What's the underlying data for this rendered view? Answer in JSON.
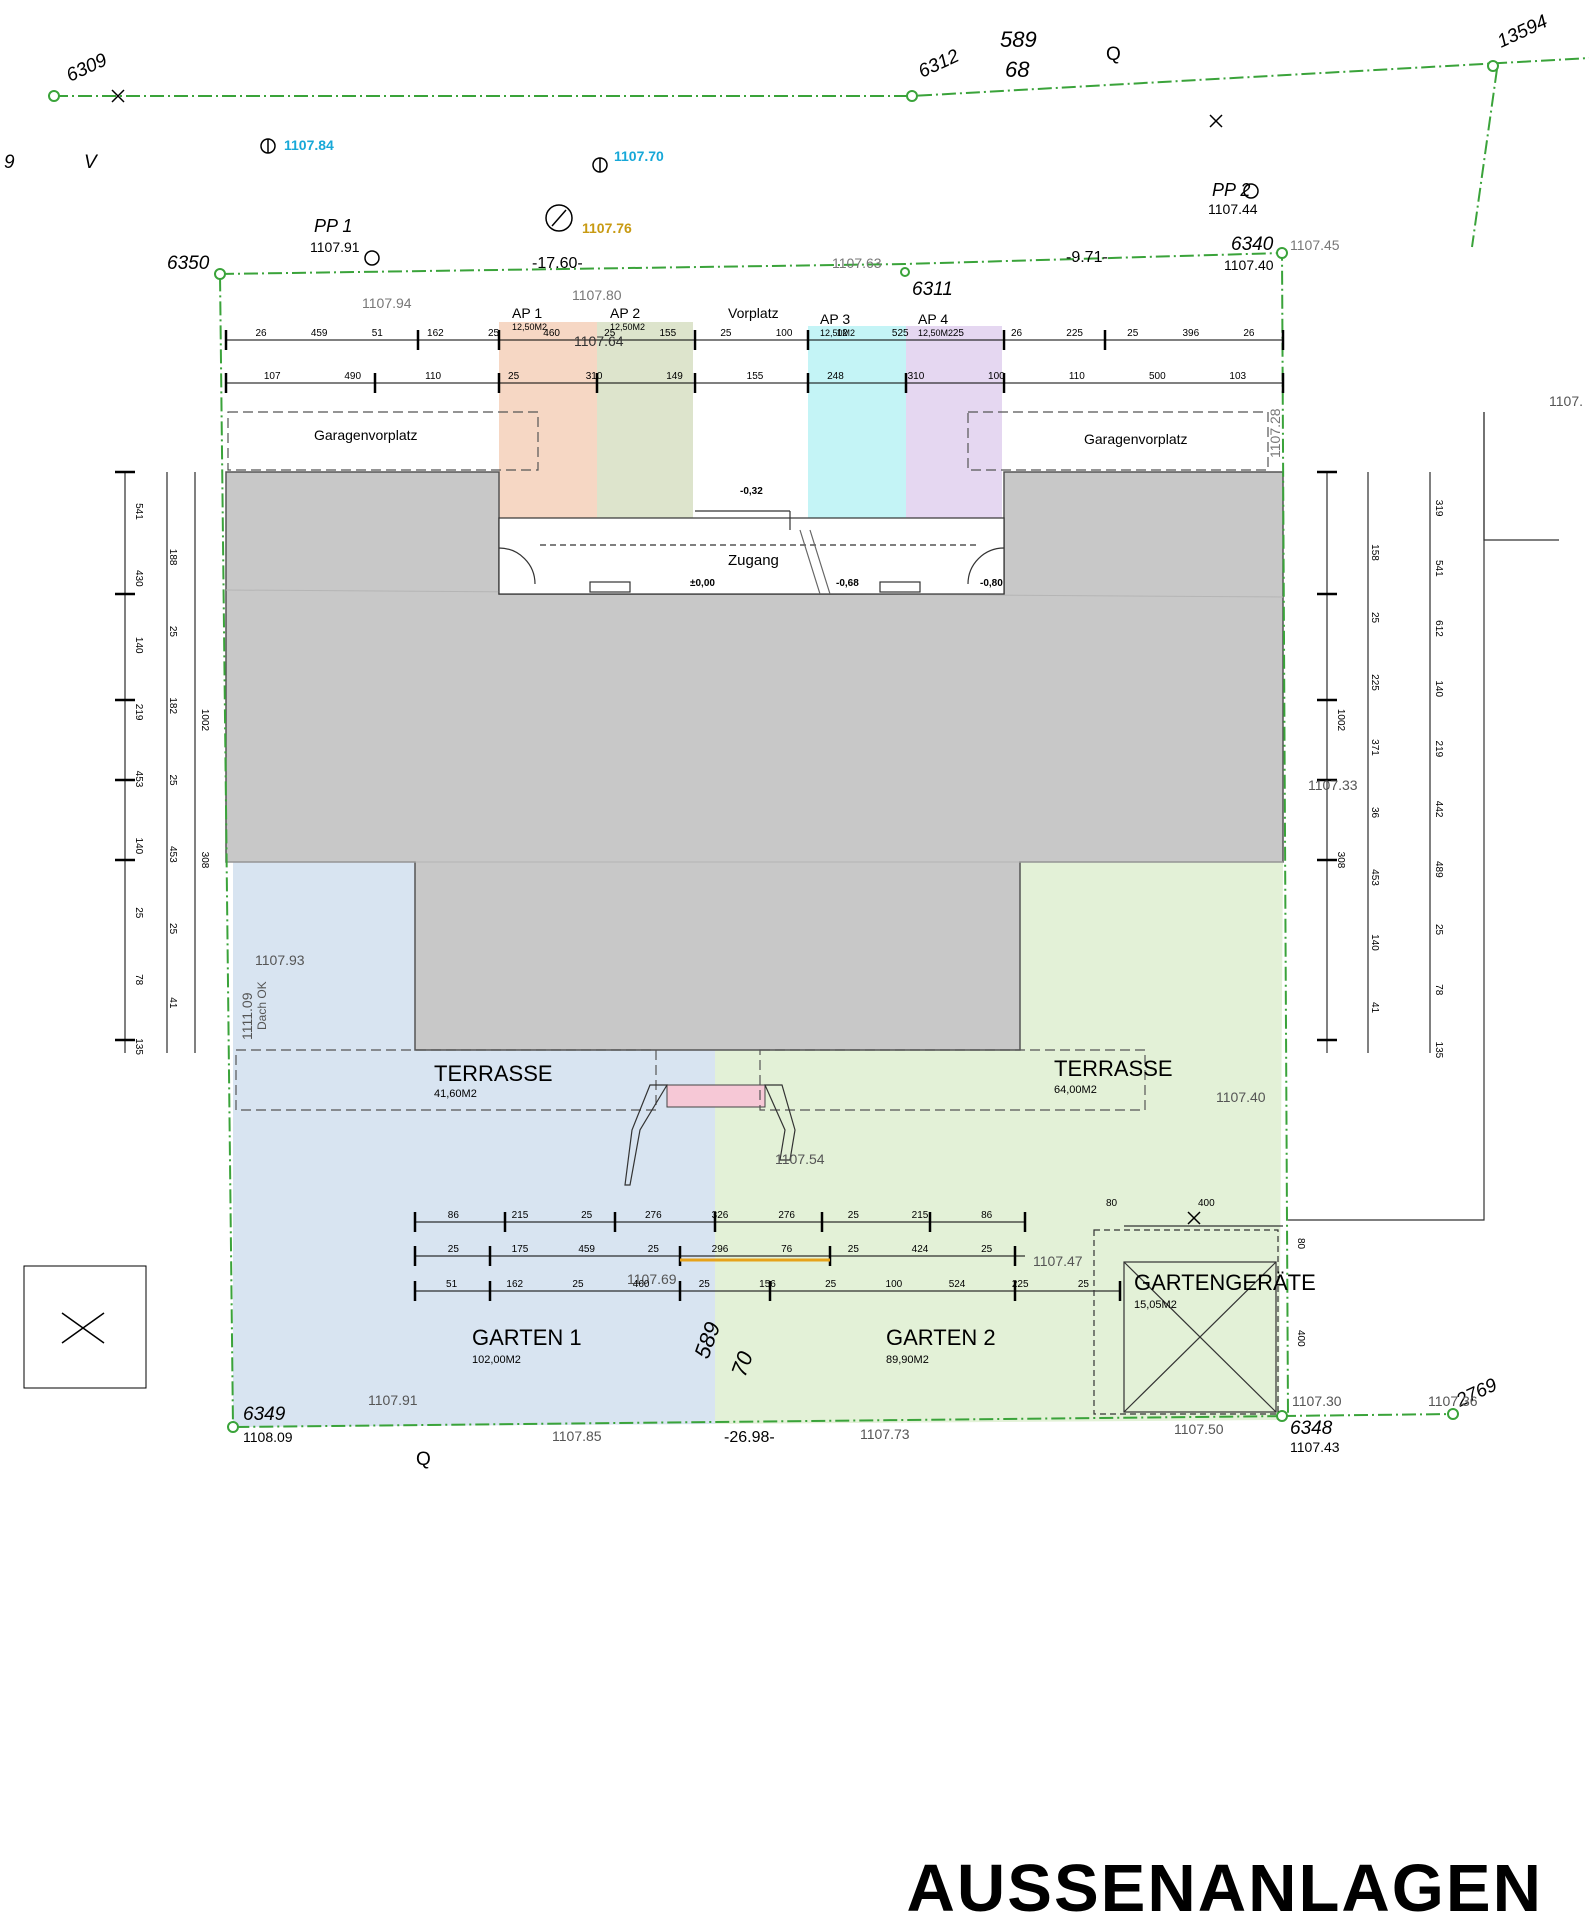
{
  "title": "AUSSENANLAGEN",
  "colors": {
    "boundary": "#3aa33a",
    "building": "#c8c8c8",
    "ap1": "#f6d7c4",
    "ap2": "#dde4cc",
    "ap3": "#c4f4f6",
    "ap4": "#e5d7f1",
    "garden1": "#d8e4f1",
    "garden2": "#e3f1d7",
    "stairs": "#f6c8d6",
    "spot_cyan": "#17a8d8",
    "spot_gold": "#c89a12",
    "measure_orange": "#e6a21a"
  },
  "parcels": {
    "p6309": "6309",
    "p6312": "6312",
    "p6350": "6350",
    "p6340": "6340",
    "p6311": "6311",
    "p6349": "6349",
    "p6348": "6348",
    "p13594": "13594",
    "p2769": "2769",
    "p589_68_top": "589",
    "p589_68_bottom": "68",
    "p589_70_top": "589",
    "p589_70_bottom": "70",
    "left_9": "9",
    "left_v": "V",
    "q_top": "Q",
    "q_bottom": "Q"
  },
  "rooms": {
    "ap1": "AP 1",
    "ap1_area": "12,50M2",
    "ap2": "AP 2",
    "ap2_area": "12,50M2",
    "ap3": "AP 3",
    "ap3_area": "12,50M2",
    "ap4": "AP 4",
    "ap4_area": "12,50M2",
    "vorplatz": "Vorplatz",
    "zugang": "Zugang",
    "garagenvorplatz_left": "Garagenvorplatz",
    "garagenvorplatz_right": "Garagenvorplatz",
    "terrasse_left": "TERRASSE",
    "terrasse_left_area": "41,60M2",
    "terrasse_right": "TERRASSE",
    "terrasse_right_area": "64,00M2",
    "garten1": "GARTEN 1",
    "garten1_area": "102,00M2",
    "garten2": "GARTEN 2",
    "garten2_area": "89,90M2",
    "gartengeraete": "GARTENGERÄTE",
    "gartengeraete_area": "15,05M2",
    "dach_ok_value": "1111.09",
    "dach_ok_label": "Dach OK"
  },
  "points": {
    "pp1": "PP 1",
    "pp1_elev": "1107.91",
    "pp2": "PP 2",
    "pp2_elev": "1107.44",
    "e6340": "1107.40",
    "e6349": "1108.09",
    "e6348": "1107.43"
  },
  "elevations": {
    "cyan1": "1107.84",
    "cyan2": "1107.70",
    "gold": "1107.76",
    "g1": "1107.94",
    "g2": "1107.80",
    "g3": "1107.63",
    "g4": "1107.45",
    "g5": "1107.64",
    "g6": "1107.28",
    "g7": "1107.33",
    "g8": "1107.93",
    "g9": "1107.40",
    "g10": "1107.54",
    "g11": "1107.47",
    "g12": "1107.69",
    "g13": "1107.91",
    "g14": "1107.85",
    "g15": "1107.73",
    "g16": "1107.50",
    "g17": "1107.30",
    "g18": "1107.36",
    "g19": "1107."
  },
  "levels": {
    "l1": "-0,32",
    "l2": "±0,00",
    "l3": "-0,68",
    "l4": "-0,80"
  },
  "distances": {
    "top_left": "-17.60-",
    "top_right": "-9.71-",
    "bottom": "-26.98-"
  },
  "dims": {
    "top_row1": [
      "26",
      "459",
      "51",
      "162",
      "25",
      "460",
      "25",
      "155",
      "25",
      "100",
      "12",
      "525",
      "25",
      "26",
      "225",
      "25",
      "396",
      "26"
    ],
    "top_row2": [
      "107",
      "490",
      "110",
      "25",
      "310",
      "149",
      "155",
      "248",
      "310",
      "100",
      "110",
      "500",
      "103"
    ],
    "left_outer": [
      "541",
      "430",
      "140",
      "219",
      "453",
      "140",
      "25",
      "78",
      "135"
    ],
    "left_middle": [
      "188",
      "25",
      "182",
      "25",
      "453",
      "25",
      "41"
    ],
    "left_inner": [
      "1002",
      "308"
    ],
    "right_inner": [
      "1002",
      "308"
    ],
    "right_middle": [
      "158",
      "25",
      "225",
      "371",
      "36",
      "453",
      "140",
      "41"
    ],
    "right_outer": [
      "319",
      "541",
      "612",
      "140",
      "219",
      "442",
      "489",
      "25",
      "78",
      "135"
    ],
    "bottom_row1": [
      "86",
      "215",
      "25",
      "276",
      "326",
      "276",
      "25",
      "215",
      "86"
    ],
    "bottom_row2": [
      "25",
      "175",
      "459",
      "25",
      "296",
      "76",
      "25",
      "424",
      "25"
    ],
    "bottom_row3": [
      "51",
      "162",
      "25",
      "460",
      "25",
      "156",
      "25",
      "100",
      "524",
      "225",
      "25"
    ],
    "shed": [
      "80",
      "400",
      "80",
      "400"
    ]
  }
}
